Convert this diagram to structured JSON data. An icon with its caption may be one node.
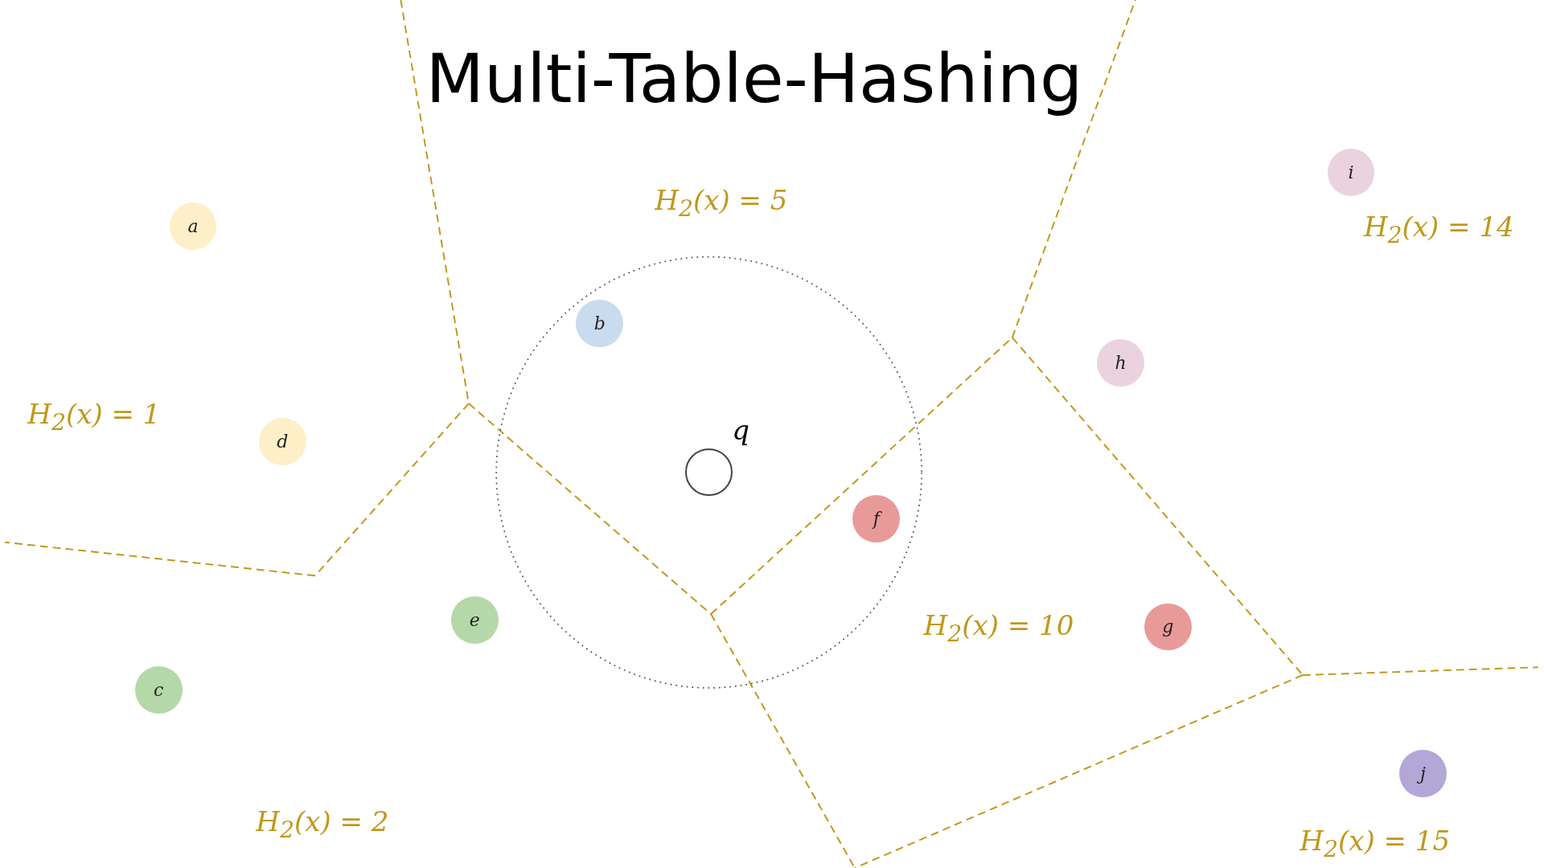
{
  "diagram": {
    "title": "Multi-Table-Hashing",
    "nodes": [
      {
        "text": [
          "i"
        ]
      },
      {
        "text": [
          "a"
        ]
      },
      {
        "text": [
          "b"
        ]
      },
      {
        "text": [
          "h"
        ]
      },
      {
        "text": [
          "d"
        ]
      },
      {
        "text": [],
        "shape": "circle",
        "beside": [
          "q"
        ]
      },
      {
        "text": [
          "f"
        ]
      },
      {
        "text": [
          "g"
        ]
      },
      {
        "text": [
          "e"
        ]
      },
      {
        "text": [
          "c"
        ]
      },
      {
        "text": [
          "j"
        ]
      }
    ],
    "edges": [],
    "labels": [
      "H$_{2}$(x) = 5",
      "H$_{2}$(x) = 14",
      "H$_{2}$(x) = 1",
      "H$_{2}$(x) = 10",
      "H$_{2}$(x) = 2",
      "H$_{2}$(x) = 15"
    ]
  }
}
